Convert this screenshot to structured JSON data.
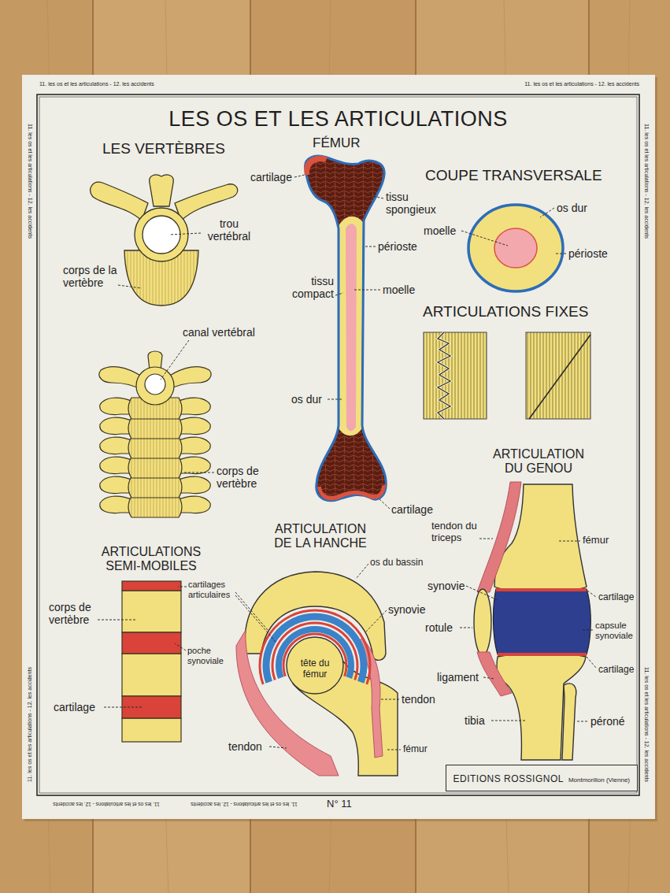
{
  "diagram": {
    "title": "LES OS ET LES ARTICULATIONS",
    "nodes": [
      {
        "text": [
          "EDITIONS ROSSIGNOL",
          "Montmorillon (Vienne)"
        ]
      }
    ],
    "labels": [
      "11. les os et les articulations - 12. les accidents",
      "11. les os et les articulations - 12. les accidents",
      "11. les os et les articulations - 12. les accidents",
      "11. les os et les articulations - 12. les accidents",
      "11. les os et les articulations - 12. les accidents",
      "11. les os et les articulations - 12. les accidents",
      "LES VERTÈBRES",
      "FÉMUR",
      "cartilage",
      "COUPE TRANSVERSALE",
      "trou vertébral",
      "tissu spongieux",
      "os dur",
      "moelle",
      "périoste",
      "périoste",
      "corps de la vertèbre",
      "tissu compact",
      "moelle",
      "ARTICULATIONS FIXES",
      "canal vertébral",
      "os dur",
      "ARTICULATION DU GENOU",
      "corps de vertèbre",
      "cartilage",
      "tendon du triceps",
      "ARTICULATION DE LA HANCHE",
      "fémur",
      "ARTICULATIONS SEMI-MOBILES",
      "os du bassin",
      "cartilages articulaires",
      "synovie",
      "cartilage",
      "corps de vertèbre",
      "synovie",
      "rotule",
      "capsule synoviale",
      "poche synoviale",
      "tête du fémur",
      "cartilage",
      "ligament",
      "tendon",
      "cartilage",
      "tibia",
      "péroné",
      "tendon",
      "fémur",
      "N° 11",
      "11. les os et les articulations - 12. les accidents",
      "11. les os et les articulations - 12. les accidents"
    ]
  }
}
